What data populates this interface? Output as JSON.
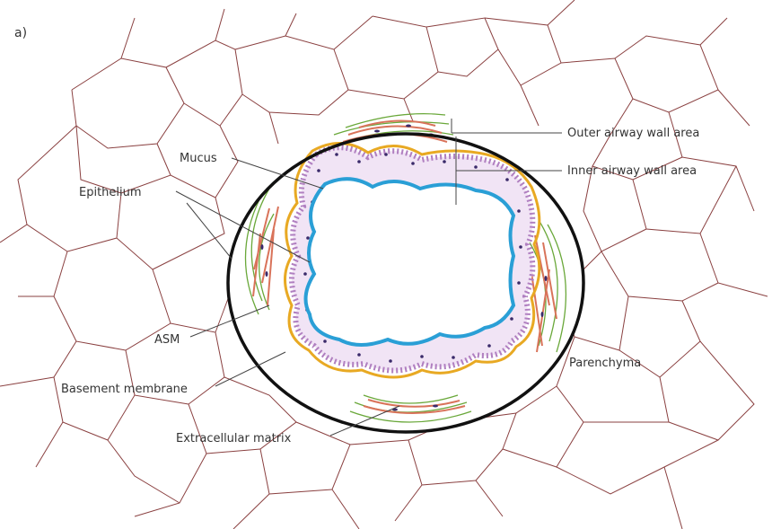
{
  "panel_label": "a)",
  "labels": {
    "outer_wall": "Outer airway wall area",
    "inner_wall": "Inner airway wall area",
    "mucus": "Mucus",
    "epithelium": "Epithelium",
    "asm": "ASM",
    "basement_membrane": "Basement membrane",
    "extracellular_matrix": "Extracellular matrix",
    "parenchyma": "Parenchyma"
  },
  "colors": {
    "parenchyma_lines": "#8a4040",
    "airway_outline": "#111111",
    "basement_membrane": "#e8a923",
    "mucus_lumen": "#2a9fd6",
    "epithelium": "#b07fc0",
    "nuclei": "#3a2a6a",
    "asm": "#d9735a",
    "extracellular_matrix": "#6aa83a"
  }
}
